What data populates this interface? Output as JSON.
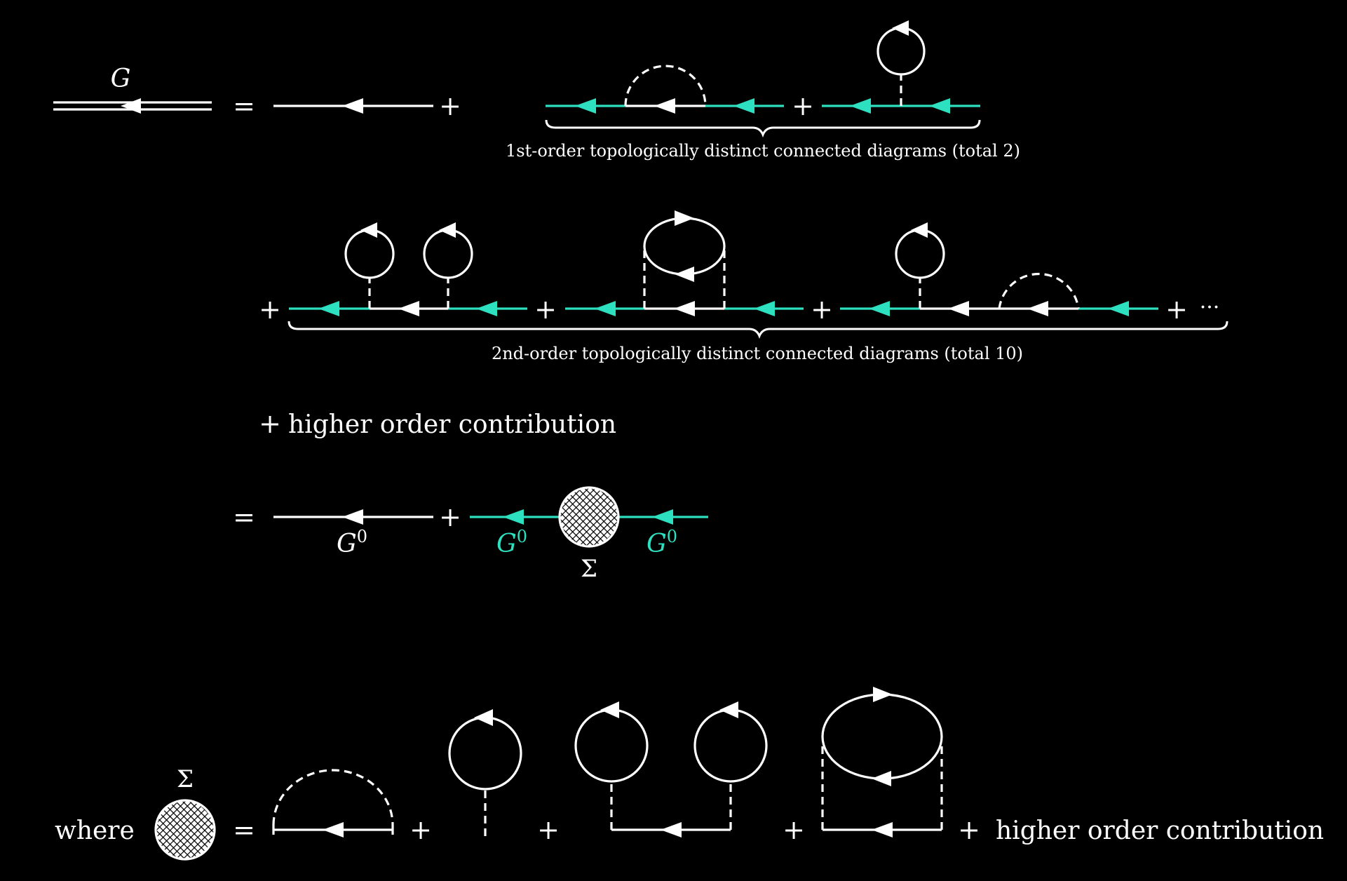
{
  "colors": {
    "background": "#000000",
    "line": "#ffffff",
    "accent": "#2de0bf"
  },
  "labels": {
    "g": "G",
    "g0": "G",
    "g0_sup": "0",
    "sigma": "Σ",
    "plus": "+",
    "equals": "=",
    "ellipsis": "···",
    "where": "where"
  },
  "rows": {
    "first_order_caption": "1st-order topologically distinct connected diagrams (total 2)",
    "second_order_caption": "2nd-order topologically distinct connected diagrams (total 10)",
    "higher_order": "higher order contribution",
    "self_energy_higher_order": "higher order contribution"
  }
}
